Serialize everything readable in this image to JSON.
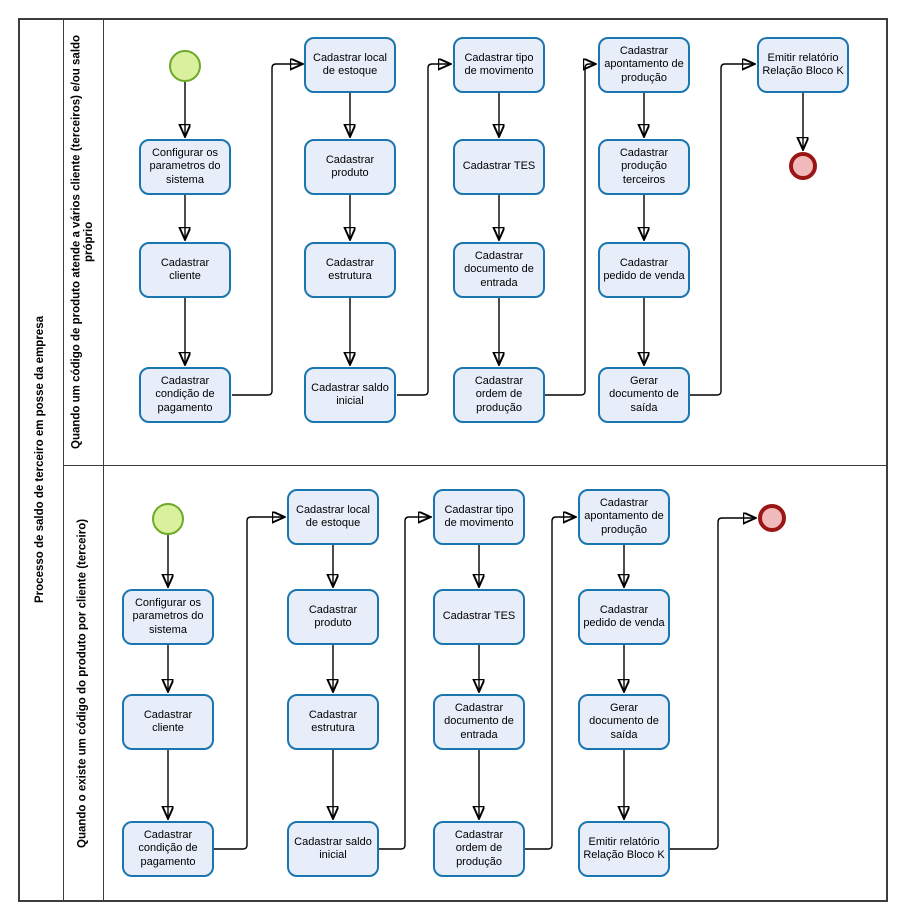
{
  "diagram": {
    "pool": {
      "label": "Processo de saldo de terceiro em posse da empresa"
    },
    "colors": {
      "task_fill": "#e8edfa",
      "task_border": "#1b76af",
      "start_fill": "#d9f09c",
      "start_border": "#6fa82a",
      "end_fill": "#f0baba",
      "end_border": "#9b1515"
    },
    "lanes": [
      {
        "label": "Quando um código de produto atende a vários cliente (terceiros) e/ou saldo próprio",
        "tasks": [
          {
            "id": "configurar-parametros",
            "label": "Configurar os parametros do sistema"
          },
          {
            "id": "cadastrar-cliente",
            "label": "Cadastrar cliente"
          },
          {
            "id": "cadastrar-condicao-pagamento",
            "label": "Cadastrar condição de pagamento"
          },
          {
            "id": "cadastrar-local-estoque",
            "label": "Cadastrar local de estoque"
          },
          {
            "id": "cadastrar-produto",
            "label": "Cadastrar produto"
          },
          {
            "id": "cadastrar-estrutura",
            "label": "Cadastrar estrutura"
          },
          {
            "id": "cadastrar-saldo-inicial",
            "label": "Cadastrar saldo inicial"
          },
          {
            "id": "cadastrar-tipo-movimento",
            "label": "Cadastrar tipo de movimento"
          },
          {
            "id": "cadastrar-tes",
            "label": "Cadastrar TES"
          },
          {
            "id": "cadastrar-documento-entrada",
            "label": "Cadastrar documento de entrada"
          },
          {
            "id": "cadastrar-ordem-producao",
            "label": "Cadastrar ordem de produção"
          },
          {
            "id": "cadastrar-apontamento-producao",
            "label": "Cadastrar apontamento de produção"
          },
          {
            "id": "cadastrar-producao-terceiros",
            "label": "Cadastrar produção terceiros"
          },
          {
            "id": "cadastrar-pedido-venda",
            "label": "Cadastrar pedido de venda"
          },
          {
            "id": "gerar-documento-saida",
            "label": "Gerar documento de saída"
          },
          {
            "id": "emitir-relatorio-bloco-k",
            "label": "Emitir relatório Relação Bloco K"
          }
        ]
      },
      {
        "label": "Quando o existe um código do produto por cliente (terceiro)",
        "tasks": [
          {
            "id": "configurar-parametros",
            "label": "Configurar os parametros do sistema"
          },
          {
            "id": "cadastrar-cliente",
            "label": "Cadastrar cliente"
          },
          {
            "id": "cadastrar-condicao-pagamento",
            "label": "Cadastrar condição de pagamento"
          },
          {
            "id": "cadastrar-local-estoque",
            "label": "Cadastrar local de estoque"
          },
          {
            "id": "cadastrar-produto",
            "label": "Cadastrar produto"
          },
          {
            "id": "cadastrar-estrutura",
            "label": "Cadastrar estrutura"
          },
          {
            "id": "cadastrar-saldo-inicial",
            "label": "Cadastrar saldo inicial"
          },
          {
            "id": "cadastrar-tipo-movimento",
            "label": "Cadastrar tipo de movimento"
          },
          {
            "id": "cadastrar-tes",
            "label": "Cadastrar TES"
          },
          {
            "id": "cadastrar-documento-entrada",
            "label": "Cadastrar documento de entrada"
          },
          {
            "id": "cadastrar-ordem-producao",
            "label": "Cadastrar ordem de produção"
          },
          {
            "id": "cadastrar-apontamento-producao",
            "label": "Cadastrar apontamento de produção"
          },
          {
            "id": "cadastrar-pedido-venda",
            "label": "Cadastrar pedido de venda"
          },
          {
            "id": "gerar-documento-saida",
            "label": "Gerar documento de saída"
          },
          {
            "id": "emitir-relatorio-bloco-k",
            "label": "Emitir relatório Relação Bloco K"
          }
        ]
      }
    ]
  }
}
